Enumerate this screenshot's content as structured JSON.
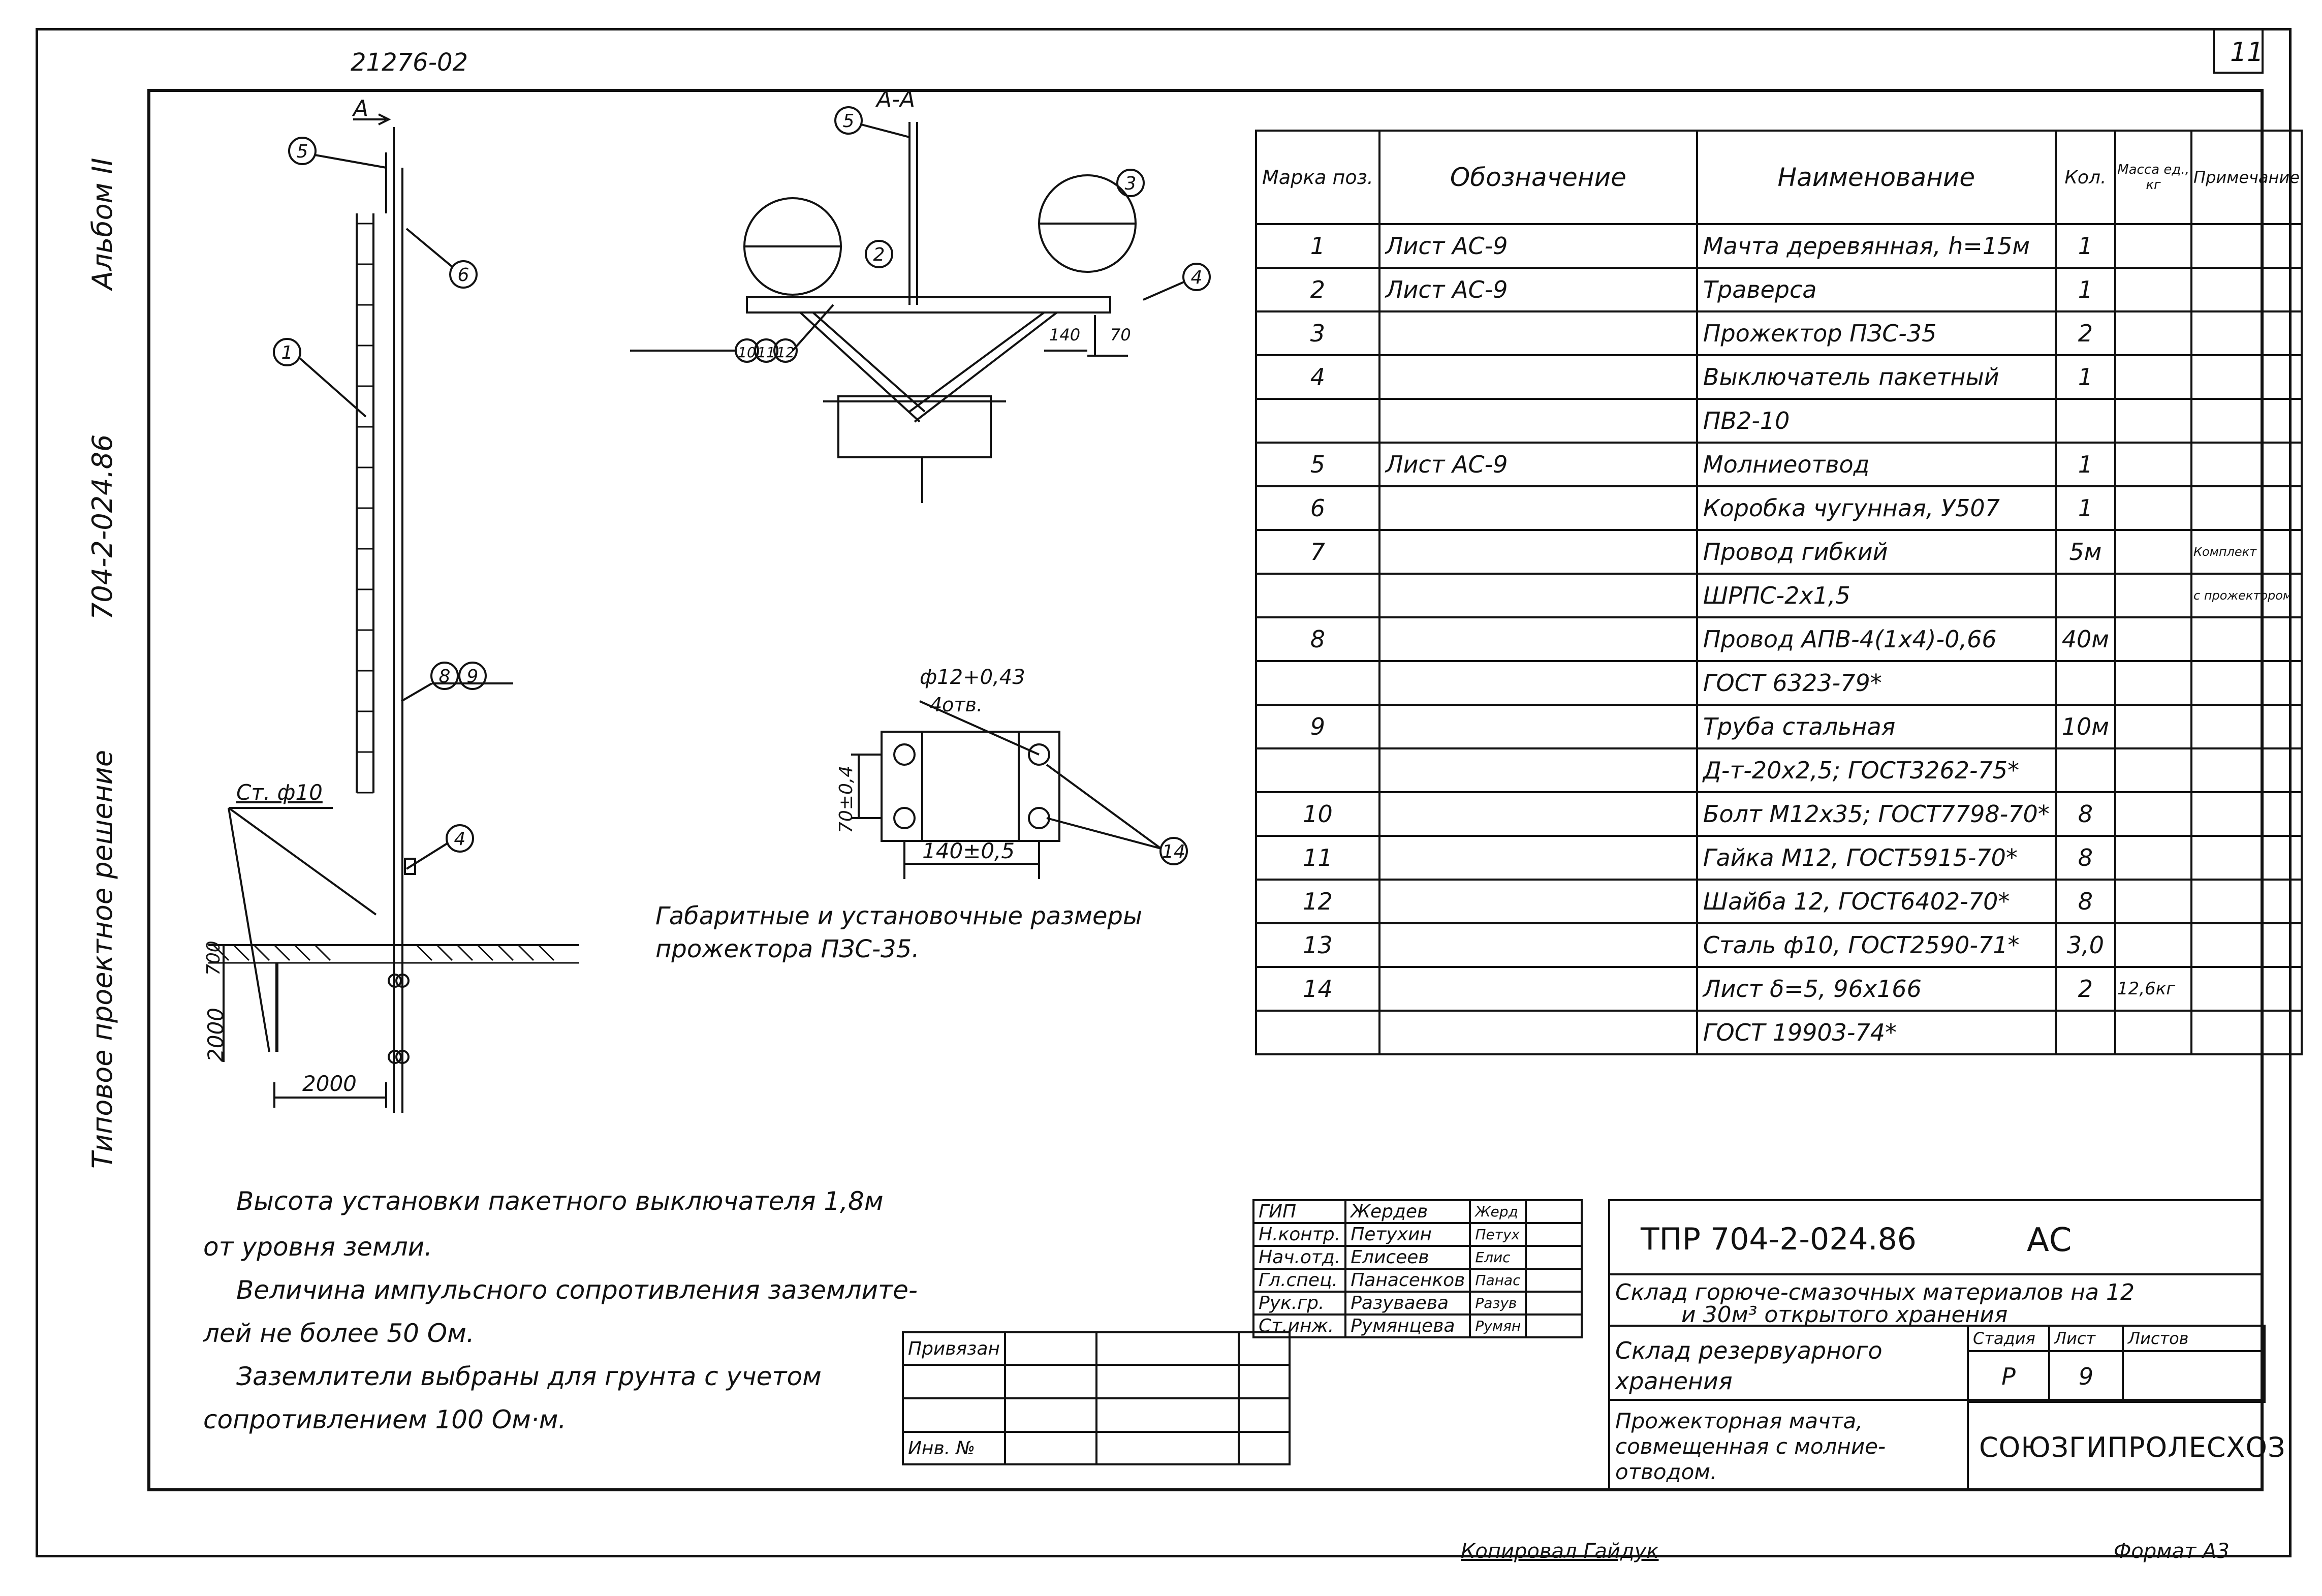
{
  "sheet_number": "11",
  "doc_code": "21276-02",
  "margin": {
    "album": "Альбом II",
    "project_code": "704-2-024.86",
    "type": "Типовое проектное решение"
  },
  "drawing": {
    "section_a": "А",
    "section_aa": "А-А",
    "steel_label": "Ст. ф10",
    "dim_700": "700",
    "dim_2000_v": "2000",
    "dim_2000_h": "2000",
    "dim_140": "140",
    "dim_70": "70",
    "callouts_left": [
      "5",
      "6",
      "1",
      "8",
      "9",
      "4"
    ],
    "callouts_top": [
      "5",
      "3",
      "2",
      "4",
      "10",
      "11",
      "12"
    ],
    "plate": {
      "hole_dim": "ф12+0,43",
      "holes": "4отв.",
      "dim_v": "70±0,4",
      "dim_h": "140±0,5",
      "callout": "14"
    },
    "caption_l1": "Габаритные и установочные размеры",
    "caption_l2": "прожектора ПЗС-35."
  },
  "spec_table": {
    "headers": [
      "Марка поз.",
      "Обозначение",
      "Наименование",
      "Кол.",
      "Масса ед., кг",
      "Примечание"
    ],
    "rows": [
      [
        "1",
        "Лист АС-9",
        "Мачта деревянная, h=15м",
        "1",
        "",
        ""
      ],
      [
        "2",
        "Лист АС-9",
        "Траверса",
        "1",
        "",
        ""
      ],
      [
        "3",
        "",
        "Прожектор ПЗС-35",
        "2",
        "",
        ""
      ],
      [
        "4",
        "",
        "Выключатель пакетный",
        "1",
        "",
        ""
      ],
      [
        "",
        "",
        "ПВ2-10",
        "",
        "",
        ""
      ],
      [
        "5",
        "Лист АС-9",
        "Молниеотвод",
        "1",
        "",
        ""
      ],
      [
        "6",
        "",
        "Коробка чугунная, У507",
        "1",
        "",
        ""
      ],
      [
        "7",
        "",
        "Провод гибкий",
        "5м",
        "",
        "Комплект"
      ],
      [
        "",
        "",
        "ШРПС-2х1,5",
        "",
        "",
        "с прожектором"
      ],
      [
        "8",
        "",
        "Провод АПВ-4(1х4)-0,66",
        "40м",
        "",
        ""
      ],
      [
        "",
        "",
        "ГОСТ 6323-79*",
        "",
        "",
        ""
      ],
      [
        "9",
        "",
        "Труба стальная",
        "10м",
        "",
        ""
      ],
      [
        "",
        "",
        "Д-т-20х2,5; ГОСТ3262-75*",
        "",
        "",
        ""
      ],
      [
        "10",
        "",
        "Болт М12х35; ГОСТ7798-70*",
        "8",
        "",
        ""
      ],
      [
        "11",
        "",
        "Гайка М12, ГОСТ5915-70*",
        "8",
        "",
        ""
      ],
      [
        "12",
        "",
        "Шайба 12, ГОСТ6402-70*",
        "8",
        "",
        ""
      ],
      [
        "13",
        "",
        "Сталь ф10, ГОСТ2590-71*",
        "3,0",
        "",
        ""
      ],
      [
        "14",
        "",
        "Лист δ=5, 96х166",
        "2",
        "12,6кг",
        ""
      ],
      [
        "",
        "",
        "ГОСТ 19903-74*",
        "",
        "",
        ""
      ]
    ]
  },
  "notes": [
    "Высота установки пакетного выключателя 1,8м",
    "от уровня земли.",
    "Величина импульсного сопротивления заземлите-",
    "лей не более 50 Ом.",
    "Заземлители выбраны для грунта с учетом",
    "сопротивлением 100 Ом·м."
  ],
  "title_block": {
    "roles": [
      "ГИП",
      "Н.контр.",
      "Нач.отд.",
      "Гл.спец.",
      "Рук.гр.",
      "Ст.инж."
    ],
    "names": [
      "Жердев",
      "Петухин",
      "Елисеев",
      "Панасенков",
      "Разуваева",
      "Румянцева"
    ],
    "signatures": [
      "Жерд",
      "Петух",
      "Елис",
      "Панас",
      "Разув",
      "Румян"
    ],
    "privyazan": "Привязан",
    "inv": "Инв. №",
    "code": "ТПР 704-2-024.86",
    "mark": "АС",
    "object_l1": "Склад горюче-смазочных материалов на 12",
    "object_l2": "и 30м³ открытого хранения",
    "building_l1": "Склад резервуарного",
    "building_l2": "хранения",
    "stage_h": "Стадия",
    "sheet_h": "Лист",
    "sheets_h": "Листов",
    "stage": "Р",
    "sheet": "9",
    "sheets": "",
    "drawing_l1": "Прожекторная мачта,",
    "drawing_l2": "совмещенная с молние-",
    "drawing_l3": "отводом.",
    "org": "СОЮЗГИПРОЛЕСХОЗ"
  },
  "footer": {
    "copied": "Копировал Гайдук",
    "format": "Формат А3"
  }
}
